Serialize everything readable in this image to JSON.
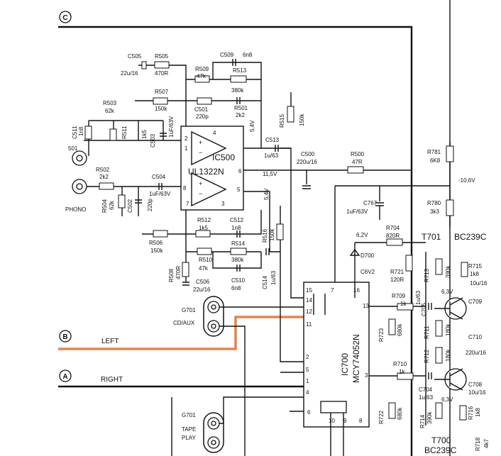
{
  "sections": {
    "c": "C",
    "b": "B",
    "a": "A",
    "left": "LEFT",
    "right": "RIGHT"
  },
  "signal_highlight_color": "#e8824a",
  "ics": {
    "ic500": {
      "name": "IC500",
      "part": "UL1322N",
      "pins": [
        "1",
        "2",
        "3",
        "4",
        "5",
        "6",
        "7",
        "8"
      ]
    },
    "ic700": {
      "name": "IC700",
      "part": "MCY74052N",
      "pins_left": [
        "15",
        "14",
        "12",
        "11",
        "2",
        "5",
        "1",
        "4",
        "6"
      ],
      "pins_top": [
        "7",
        "16"
      ],
      "pins_right": [
        "13",
        "3"
      ],
      "pins_bottom": [
        "10",
        "9",
        "8"
      ]
    },
    "t700": {
      "name": "T700",
      "part": "BC239C"
    },
    "t701": {
      "name": "T701",
      "part": "BC239C"
    }
  },
  "components": [
    {
      "ref": "C505",
      "value": "22u/16"
    },
    {
      "ref": "R505",
      "value": "470R"
    },
    {
      "ref": "R509",
      "value": "47k"
    },
    {
      "ref": "C509",
      "value": "6n8"
    },
    {
      "ref": "R513",
      "value": "380k"
    },
    {
      "ref": "R503",
      "value": "62k"
    },
    {
      "ref": "R507",
      "value": "150k"
    },
    {
      "ref": "C511",
      "value": "1n8"
    },
    {
      "ref": "R511",
      "value": "1k5"
    },
    {
      "ref": "R501",
      "value": "2k2"
    },
    {
      "ref": "C501",
      "value": "220p"
    },
    {
      "ref": "C503",
      "value": "1uF/63V"
    },
    {
      "ref": "R515",
      "value": "150k"
    },
    {
      "ref": "C513",
      "value": "1u/63"
    },
    {
      "ref": "R502",
      "value": "2k2"
    },
    {
      "ref": "C504",
      "value": "1uF/63V"
    },
    {
      "ref": "C500",
      "value": "220u/16"
    },
    {
      "ref": "R500",
      "value": "47R"
    },
    {
      "ref": "R504",
      "value": "62k"
    },
    {
      "ref": "C502",
      "value": "220p"
    },
    {
      "ref": "R781",
      "value": "6K8"
    },
    {
      "ref": "R780",
      "value": "3k3"
    },
    {
      "ref": "C767",
      "value": "1uF/63V"
    },
    {
      "ref": "R704",
      "value": "820R"
    },
    {
      "ref": "R512",
      "value": "1k5"
    },
    {
      "ref": "C512",
      "value": "1n8"
    },
    {
      "ref": "R506",
      "value": "150k"
    },
    {
      "ref": "R516",
      "value": "150k"
    },
    {
      "ref": "R514",
      "value": "380k"
    },
    {
      "ref": "R510",
      "value": "47k"
    },
    {
      "ref": "C510",
      "value": "6n8"
    },
    {
      "ref": "R508",
      "value": "470R"
    },
    {
      "ref": "C506",
      "value": "22u/16"
    },
    {
      "ref": "C514",
      "value": "1u/63"
    },
    {
      "ref": "D700",
      "value": "C6V2"
    },
    {
      "ref": "R721",
      "value": "120R"
    },
    {
      "ref": "R713",
      "value": "390k"
    },
    {
      "ref": "R715",
      "value": "1k8"
    },
    {
      "ref": "R709",
      "value": "1k"
    },
    {
      "ref": "C705",
      "value": "1u/63"
    },
    {
      "ref": "C709",
      "value": "10u/16"
    },
    {
      "ref": "R723",
      "value": "680k"
    },
    {
      "ref": "R711",
      "value": "180k"
    },
    {
      "ref": "C710",
      "value": "220u/16"
    },
    {
      "ref": "R712",
      "value": "180k"
    },
    {
      "ref": "R710",
      "value": "1k"
    },
    {
      "ref": "C704",
      "value": "1u/63"
    },
    {
      "ref": "C708",
      "value": "10u/16"
    },
    {
      "ref": "R722",
      "value": "680k"
    },
    {
      "ref": "R714",
      "value": "390k"
    },
    {
      "ref": "R716",
      "value": "1k8"
    },
    {
      "ref": "R718",
      "value": "4k7"
    }
  ],
  "voltages": {
    "v54a": "5,4V",
    "v115": "11,5V",
    "v54b": "5,4V",
    "v106": "-10,6V",
    "v62": "6,2V",
    "v63a": "6,3V",
    "v63b": "6,3V"
  },
  "connectors": {
    "phono": "PHONO",
    "g701": "G701",
    "cdaux": "CD/AUX",
    "g701b": "G701",
    "tape1": "TAPE",
    "tape2": "PLAY",
    "j501": "501"
  }
}
